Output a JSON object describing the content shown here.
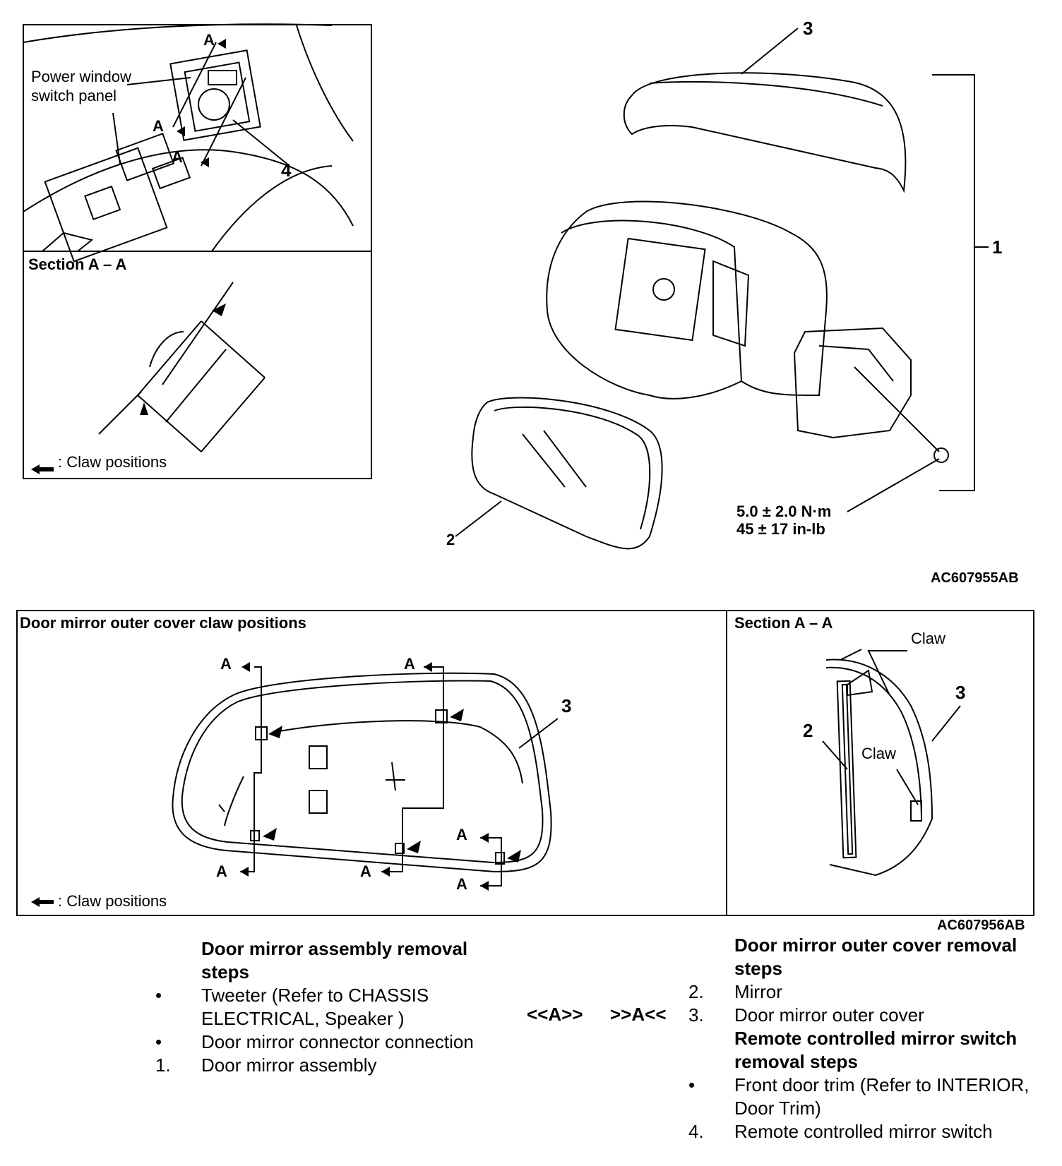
{
  "figure1": {
    "inset_top": {
      "power_window_label": "Power window\nswitch panel",
      "section_a": "A",
      "callout_4": "4"
    },
    "inset_bottom": {
      "title": "Section A – A",
      "legend": ": Claw positions"
    },
    "main": {
      "callout_1": "1",
      "callout_2": "2",
      "callout_3": "3",
      "torque_metric": "5.0 ± 2.0 N·m",
      "torque_imperial": "45 ± 17 in-lb"
    },
    "figure_id": "AC607955AB"
  },
  "figure2": {
    "left_title": "Door mirror outer cover claw positions",
    "section_a": "A",
    "callout_3": "3",
    "legend": ": Claw positions",
    "right_title": "Section A – A",
    "claw_label": "Claw",
    "callout_2": "2",
    "figure_id": "AC607956AB"
  },
  "steps": {
    "left": {
      "heading": "Door mirror assembly removal steps",
      "items": [
        {
          "mark": "•",
          "text": "Tweeter (Refer to CHASSIS ELECTRICAL, Speaker )"
        },
        {
          "mark": "•",
          "text": "Door mirror connector connection"
        },
        {
          "mark": "1.",
          "text": "Door mirror assembly"
        }
      ]
    },
    "middle": {
      "ref_a": "<<A>>",
      "ref_b": ">>A<<"
    },
    "right": {
      "heading": "Door mirror outer cover removal steps",
      "items": [
        {
          "mark": "2.",
          "text": "Mirror"
        },
        {
          "mark": "3.",
          "text": "Door mirror outer cover"
        }
      ],
      "heading2": "Remote controlled mirror switch removal steps",
      "items2": [
        {
          "mark": "•",
          "text": "Front door trim (Refer to INTERIOR, Door Trim)"
        },
        {
          "mark": "4.",
          "text": "Remote controlled mirror switch"
        }
      ]
    }
  }
}
